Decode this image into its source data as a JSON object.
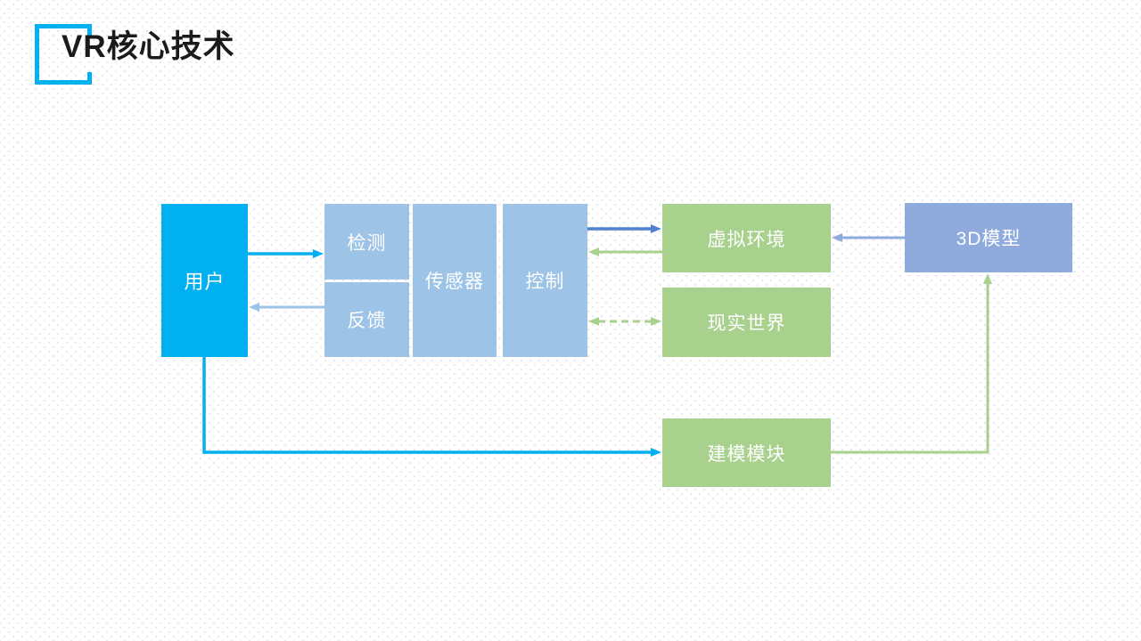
{
  "title": {
    "text": "VR核心技术"
  },
  "colors": {
    "accent_cyan": "#00b0f0",
    "light_blue": "#9dc3e6",
    "medium_blue": "#4f81d0",
    "green": "#a9d18e",
    "purple_blue": "#8faadc",
    "title_text": "#1b1b1b",
    "node_text": "#ffffff",
    "background_dot": "#e7e7ee"
  },
  "diagram": {
    "nodes": {
      "user": {
        "label": "用户"
      },
      "detect": {
        "label": "检测"
      },
      "feedback": {
        "label": "反馈"
      },
      "sensor": {
        "label": "传感器"
      },
      "control": {
        "label": "控制"
      },
      "virtual_env": {
        "label": "虚拟环境"
      },
      "real_world": {
        "label": "现实世界"
      },
      "model_3d": {
        "label": "3D模型"
      },
      "modeling": {
        "label": "建模模块"
      }
    },
    "edges": [
      {
        "from": "用户",
        "to": "检测",
        "style": "solid",
        "color": "accent_cyan",
        "direction": "forward"
      },
      {
        "from": "反馈",
        "to": "用户",
        "style": "solid",
        "color": "light_blue",
        "direction": "forward"
      },
      {
        "from": "控制",
        "to": "虚拟环境",
        "style": "solid",
        "color": "medium_blue",
        "direction": "forward"
      },
      {
        "from": "虚拟环境",
        "to": "控制",
        "style": "solid",
        "color": "green",
        "direction": "forward"
      },
      {
        "from": "控制",
        "to": "现实世界",
        "style": "dashed",
        "color": "green",
        "direction": "both"
      },
      {
        "from": "3D模型",
        "to": "虚拟环境",
        "style": "solid",
        "color": "purple_blue",
        "direction": "forward"
      },
      {
        "from": "用户",
        "to": "建模模块",
        "style": "solid",
        "color": "accent_cyan",
        "direction": "forward",
        "route": "elbow"
      },
      {
        "from": "建模模块",
        "to": "3D模型",
        "style": "solid",
        "color": "green",
        "direction": "forward",
        "route": "elbow"
      }
    ]
  }
}
